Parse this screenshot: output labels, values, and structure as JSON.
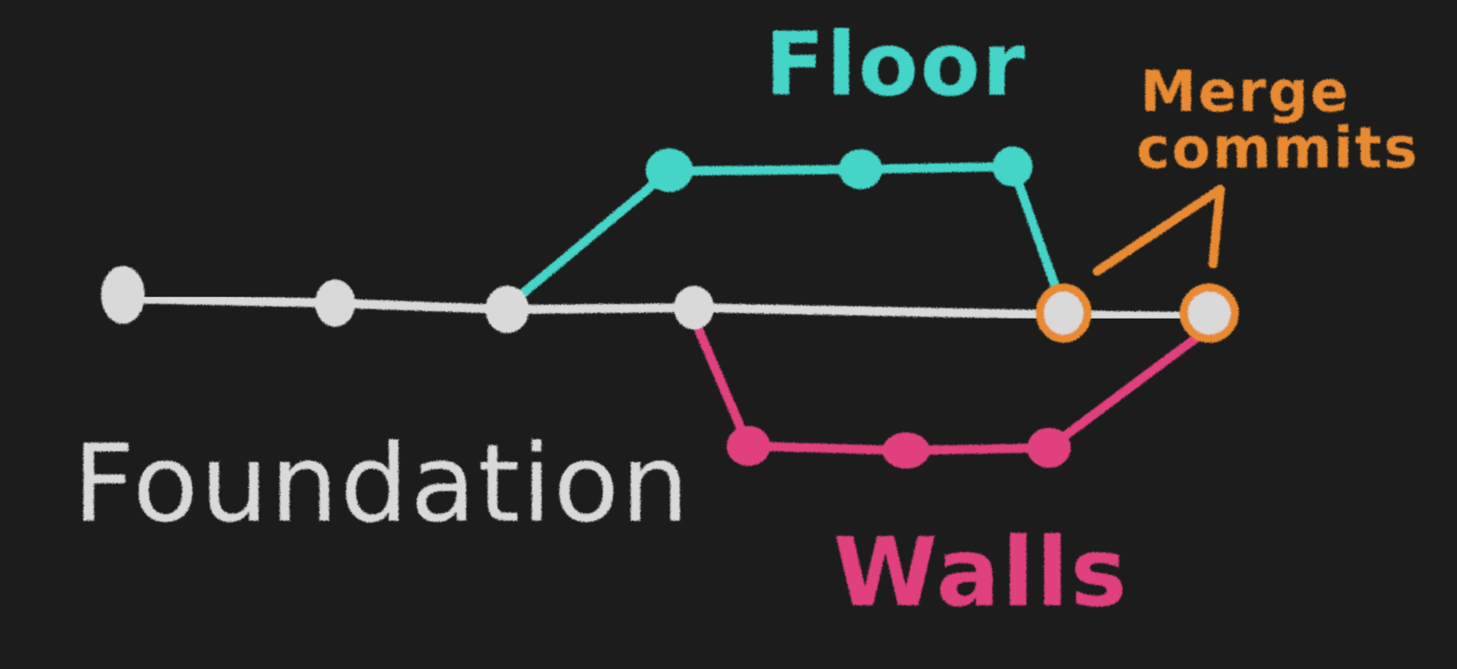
{
  "colors": {
    "background": "#1c1c1c",
    "foundation": "#d9d9d9",
    "floor": "#45d4c8",
    "walls": "#e0407e",
    "merge": "#e88a33"
  },
  "labels": {
    "foundation": "Foundation",
    "floor": "Floor",
    "walls": "Walls",
    "merge_line1": "Merge",
    "merge_line2": "commits"
  }
}
